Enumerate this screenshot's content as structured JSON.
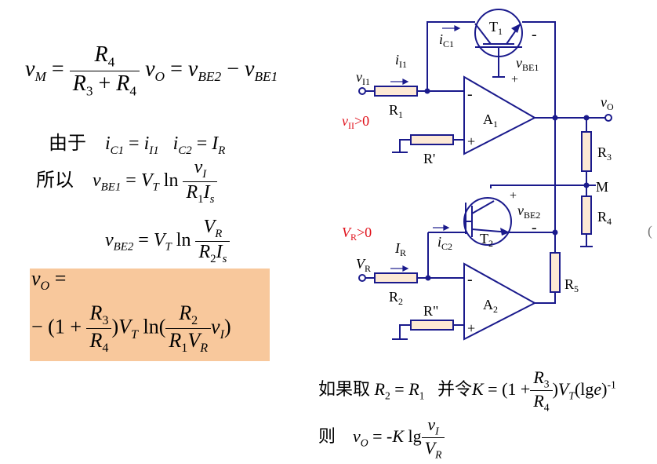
{
  "eq1": {
    "lhs": "v",
    "lhs_sub": "M",
    "eq": "=",
    "num": "R",
    "num_sub": "4",
    "den_a": "R",
    "den_a_sub": "3",
    "den_plus": "+",
    "den_b": "R",
    "den_b_sub": "4",
    "vo": "v",
    "vo_sub": "O",
    "eq2": "=",
    "t1": "v",
    "t1_sub": "BE2",
    "minus": "−",
    "t2": "v",
    "t2_sub": "BE1"
  },
  "eq2": {
    "cn": "由于",
    "a": "i",
    "a_sub": "C1",
    "a_eq": "=",
    "b": "i",
    "b_sub": "I1",
    "c": "i",
    "c_sub": "C2",
    "c_eq": "=",
    "d": "I",
    "d_sub": "R"
  },
  "eq3": {
    "cn": "所以",
    "lhs": "v",
    "lhs_sub": "BE1",
    "eq": "=",
    "vt": "V",
    "vt_sub": "T",
    "ln": "ln",
    "num": "v",
    "num_sub": "I",
    "den": "R",
    "den_sub": "1",
    "den2": "I",
    "den2_sub": "s"
  },
  "eq4": {
    "lhs": "v",
    "lhs_sub": "BE2",
    "eq": "=",
    "vt": "V",
    "vt_sub": "T",
    "ln": "ln",
    "num": "V",
    "num_sub": "R",
    "den": "R",
    "den_sub": "2",
    "den2": "I",
    "den2_sub": "s"
  },
  "eq5": {
    "lhs": "v",
    "lhs_sub": "O",
    "eq": "=",
    "neg": "− (1 +",
    "num": "R",
    "num_sub": "3",
    "den": "R",
    "den_sub": "4",
    "close": ")",
    "vt": "V",
    "vt_sub": "T",
    "ln": "ln(",
    "num2": "R",
    "num2_sub": "2",
    "den2": "R",
    "den2_sub": "1",
    "den2b": "V",
    "den2b_sub": "R",
    "vi": "v",
    "vi_sub": "I",
    "close2": ")"
  },
  "eq6": {
    "cn1": "如果取",
    "r2": "R",
    "r2_sub": "2",
    "eq": "=",
    "r1": "R",
    "r1_sub": "1",
    "cn2": "并令",
    "k": "K",
    "keq": "= (1 +",
    "num": "R",
    "num_sub": "3",
    "den": "R",
    "den_sub": "4",
    "close": ")",
    "vt": "V",
    "vt_sub": "T",
    "lge": "(lg",
    "e": "e",
    "close2": ")",
    "exp": "-1"
  },
  "eq7": {
    "cn": "则",
    "vo": "v",
    "vo_sub": "O",
    "eq": "= -",
    "k": "K",
    "lg": "lg",
    "num": "v",
    "num_sub": "I",
    "den": "V",
    "den_sub": "R"
  },
  "circuit": {
    "t1": "T",
    "t1_sub": "1",
    "ic1": "i",
    "ic1_sub": "C1",
    "vbe1": "v",
    "vbe1_sub": "BE1",
    "minus_top": "-",
    "plus_top": "+",
    "vi1": "v",
    "vi1_sub": "I1",
    "ii1": "i",
    "ii1_sub": "I1",
    "r1": "R",
    "r1_sub": "1",
    "vi_cond": "v",
    "vi_cond_sub": "II",
    "vi_cond_tail": ">0",
    "a1": "A",
    "a1_sub": "1",
    "a1_minus": "-",
    "a1_plus": "+",
    "rp": "R'",
    "vo": "v",
    "vo_sub": "O",
    "r3": "R",
    "r3_sub": "3",
    "m": "M",
    "r4": "R",
    "r4_sub": "4",
    "vbe2": "v",
    "vbe2_sub": "BE2",
    "plus_bot": "+",
    "minus_bot": "-",
    "t2": "T",
    "t2_sub": "2",
    "vr_cond": "V",
    "vr_cond_sub": "R",
    "vr_cond_tail": ">0",
    "ir": "I",
    "ir_sub": "R",
    "ic2": "i",
    "ic2_sub": "C2",
    "vr": "V",
    "vr_sub": "R",
    "r2": "R",
    "r2_sub": "2",
    "a2": "A",
    "a2_sub": "2",
    "a2_minus": "-",
    "a2_plus": "+",
    "rpp": "R\"",
    "r5": "R",
    "r5_sub": "5",
    "edge_mark": "("
  },
  "colors": {
    "highlight": "#f8c89c",
    "wire": "#1a1a8c",
    "resistor_fill": "#fde9d4",
    "condition_red": "#e0101a"
  }
}
